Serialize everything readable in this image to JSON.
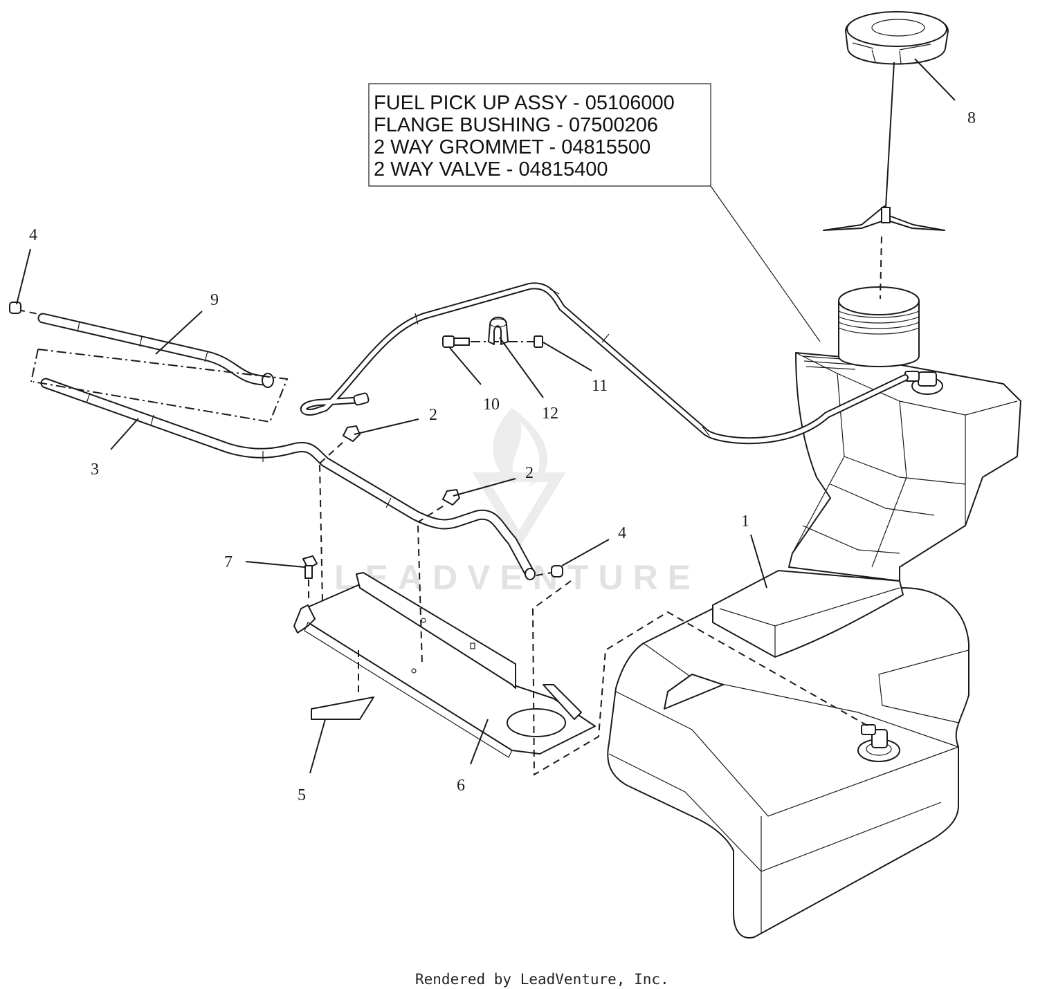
{
  "diagram": {
    "callouts": [
      {
        "id": "c1",
        "label": "1"
      },
      {
        "id": "c2a",
        "label": "2"
      },
      {
        "id": "c2b",
        "label": "2"
      },
      {
        "id": "c3",
        "label": "3"
      },
      {
        "id": "c4a",
        "label": "4"
      },
      {
        "id": "c4b",
        "label": "4"
      },
      {
        "id": "c5",
        "label": "5"
      },
      {
        "id": "c6",
        "label": "6"
      },
      {
        "id": "c7",
        "label": "7"
      },
      {
        "id": "c8",
        "label": "8"
      },
      {
        "id": "c9",
        "label": "9"
      },
      {
        "id": "c10",
        "label": "10"
      },
      {
        "id": "c11",
        "label": "11"
      },
      {
        "id": "c12",
        "label": "12"
      }
    ],
    "note_box": {
      "lines": [
        "FUEL PICK UP ASSY - 05106000",
        "FLANGE BUSHING - 07500206",
        "2 WAY GROMMET - 04815500",
        "2 WAY VALVE - 04815400"
      ]
    },
    "watermark": "LEADVENTURE",
    "credit": "Rendered by LeadVenture, Inc."
  }
}
